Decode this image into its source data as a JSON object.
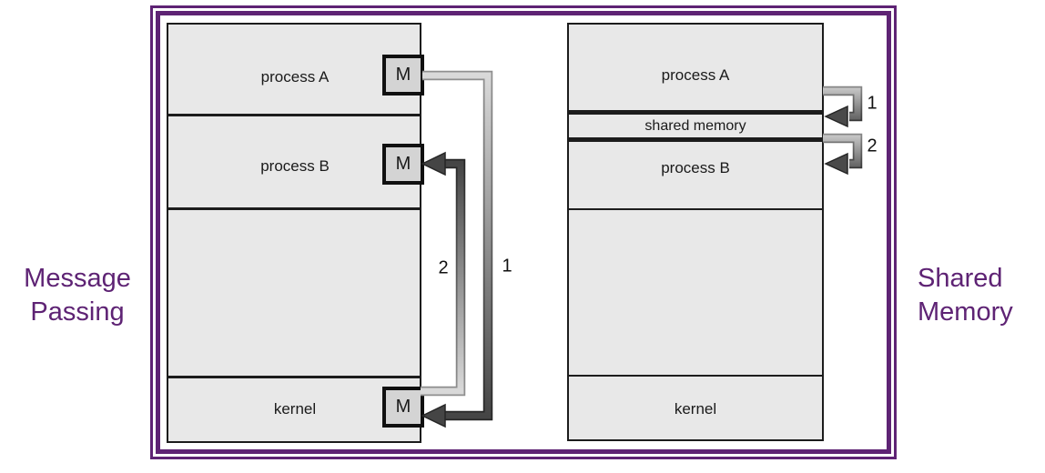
{
  "figure": {
    "left_caption_lines": [
      "Message",
      "Passing"
    ],
    "right_caption_lines": [
      "Shared",
      "Memory"
    ]
  },
  "message_passing": {
    "process_a_label": "process A",
    "process_b_label": "process B",
    "kernel_label": "kernel",
    "message_box_label": "M",
    "step_1": "1",
    "step_2": "2"
  },
  "shared_memory": {
    "process_a_label": "process A",
    "shared_memory_label": "shared memory",
    "process_b_label": "process B",
    "kernel_label": "kernel",
    "step_1": "1",
    "step_2": "2"
  },
  "colors": {
    "frame_purple": "#5e2374",
    "caption_purple": "#5e2374",
    "box_fill": "#e8e8e8",
    "message_box_fill": "#d4d4d4",
    "outline_black": "#1c1c1c",
    "arrow_light_gray": "#d9d9d9",
    "arrow_dark_gray": "#454545"
  }
}
